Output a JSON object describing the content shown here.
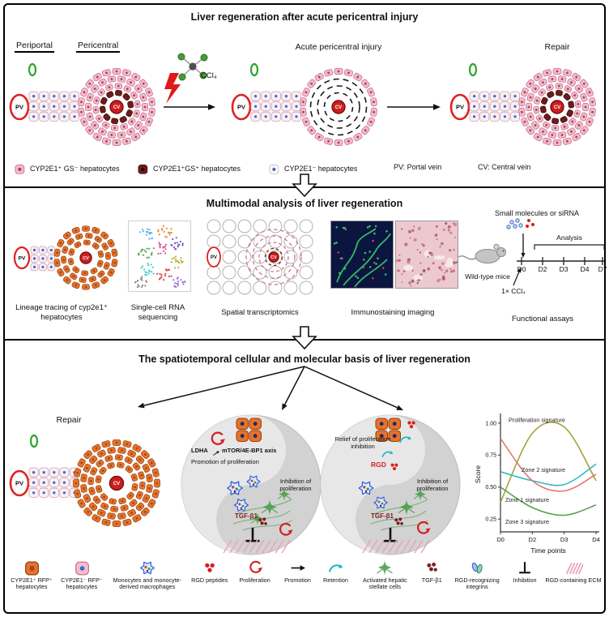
{
  "colors": {
    "pink_cell": "#f2bccb",
    "pink_cell_border": "#c06080",
    "pink_cell_dot": "#b03a5c",
    "dark_cell": "#6e1b1b",
    "dark_cell_border": "#3a0d0d",
    "orange_cell": "#e8722a",
    "orange_cell_border": "#93400f",
    "orange_cell_dot": "#a34a12",
    "strip_cell": "#faf0f4",
    "strip_cell_border": "#d0a0b0",
    "blue_dot": "#3a66c8",
    "pv_red": "#e02020",
    "cv_red": "#cc1f1f",
    "green_duct": "#2aa52a",
    "macrophage_blue": "#2a5ad8",
    "stellate_green": "#4a9e4a",
    "tgfb_dark_red": "#7a1f1f",
    "rgd_red": "#d42020",
    "retention_cyan": "#2ab5c8",
    "ecm_pink": "#e89ab0"
  },
  "labels": {
    "pv": "PV",
    "cv": "CV"
  },
  "panel1": {
    "title": "Liver regeneration after acute pericentral injury",
    "periportal": "Periportal",
    "pericentral": "Pericentral",
    "ccl4": "CCl₄",
    "acute_injury": "Acute pericentral injury",
    "repair": "Repair",
    "legend": [
      {
        "icon": "hepatocyte-pink-gs",
        "label": "CYP2E1⁺ GS⁻ hepatocytes"
      },
      {
        "icon": "hepatocyte-dark",
        "label": "CYP2E1⁺GS⁺ hepatocytes"
      },
      {
        "icon": "hepatocyte-neg",
        "label": "CYP2E1⁻ hepatocytes"
      },
      {
        "icon": "",
        "label": "PV: Portal vein"
      },
      {
        "icon": "",
        "label": "CV: Central vein"
      }
    ]
  },
  "panel2": {
    "title": "Multimodal analysis of liver regeneration",
    "captions": [
      "Lineage tracing of cyp2e1⁺ hepatocytes",
      "Single-cell RNA sequencing",
      "Spatial transcriptomics",
      "Immunostaining imaging",
      "Functional assays"
    ],
    "functional": {
      "small_molecules": "Small molecules or siRNA",
      "wild_type": "Wild-type mice",
      "ccl4": "1× CCl₄",
      "analysis": "Analysis",
      "timepoints": [
        "D0",
        "D2",
        "D3",
        "D4",
        "D7"
      ]
    }
  },
  "panel3": {
    "title": "The spatiotemporal cellular and molecular basis of liver regeneration",
    "repair": "Repair",
    "circle1": {
      "ldha": "LDHA",
      "mtor_axis": "mTOR/4E-BP1 axis",
      "promotion": "Promotion of proliferation",
      "inhibition": "Inhibition of proliferation",
      "tgfb": "TGF-β1"
    },
    "circle2": {
      "relief": "Relief of proliferation inhibition",
      "rgd": "RGD",
      "inhibition": "Inhibition of proliferation",
      "tgfb": "TGF-β1"
    }
  },
  "chart_data": {
    "type": "line",
    "title": "",
    "xlabel": "Time points",
    "ylabel": "Score",
    "x": [
      "D0",
      "D2",
      "D3",
      "D4"
    ],
    "yticks": [
      0.25,
      0.5,
      0.75,
      1.0
    ],
    "ylim": [
      0.15,
      1.05
    ],
    "grid": false,
    "legend_position": "inline-labels",
    "series": [
      {
        "name": "Proliferation signature",
        "color": "#a9a23a",
        "values": [
          0.38,
          0.92,
          0.97,
          0.55
        ]
      },
      {
        "name": "Zone 2 signature",
        "color": "#35b8c4",
        "values": [
          0.62,
          0.55,
          0.52,
          0.68
        ]
      },
      {
        "name": "Zone 1 signature",
        "color": "#e4756f",
        "values": [
          0.88,
          0.55,
          0.47,
          0.6
        ]
      },
      {
        "name": "Zone 3 signature",
        "color": "#56a24b",
        "values": [
          0.5,
          0.34,
          0.28,
          0.36
        ]
      }
    ]
  },
  "bottom_legend": [
    {
      "icon": "hepatocyte-orange",
      "label": "CYP2E1⁺ RFP⁺ hepatocytes"
    },
    {
      "icon": "hepatocyte-pink",
      "label": "CYP2E1⁻ RFP⁻ hepatocytes"
    },
    {
      "icon": "macrophage",
      "label": "Monocytes and monocyte-derived macrophages"
    },
    {
      "icon": "rgd-peptides",
      "label": "RGD peptides"
    },
    {
      "icon": "proliferation",
      "label": "Proliferation"
    },
    {
      "icon": "promotion",
      "label": "Promotion"
    },
    {
      "icon": "retention",
      "label": "Retention"
    },
    {
      "icon": "stellate",
      "label": "Activated hepatic stellate cells"
    },
    {
      "icon": "tgfb",
      "label": "TGF-β1"
    },
    {
      "icon": "integrins",
      "label": "RGD-recognizing integrins"
    },
    {
      "icon": "inhibition",
      "label": "Inhibition"
    },
    {
      "icon": "ecm",
      "label": "RGD-containing ECM"
    }
  ]
}
